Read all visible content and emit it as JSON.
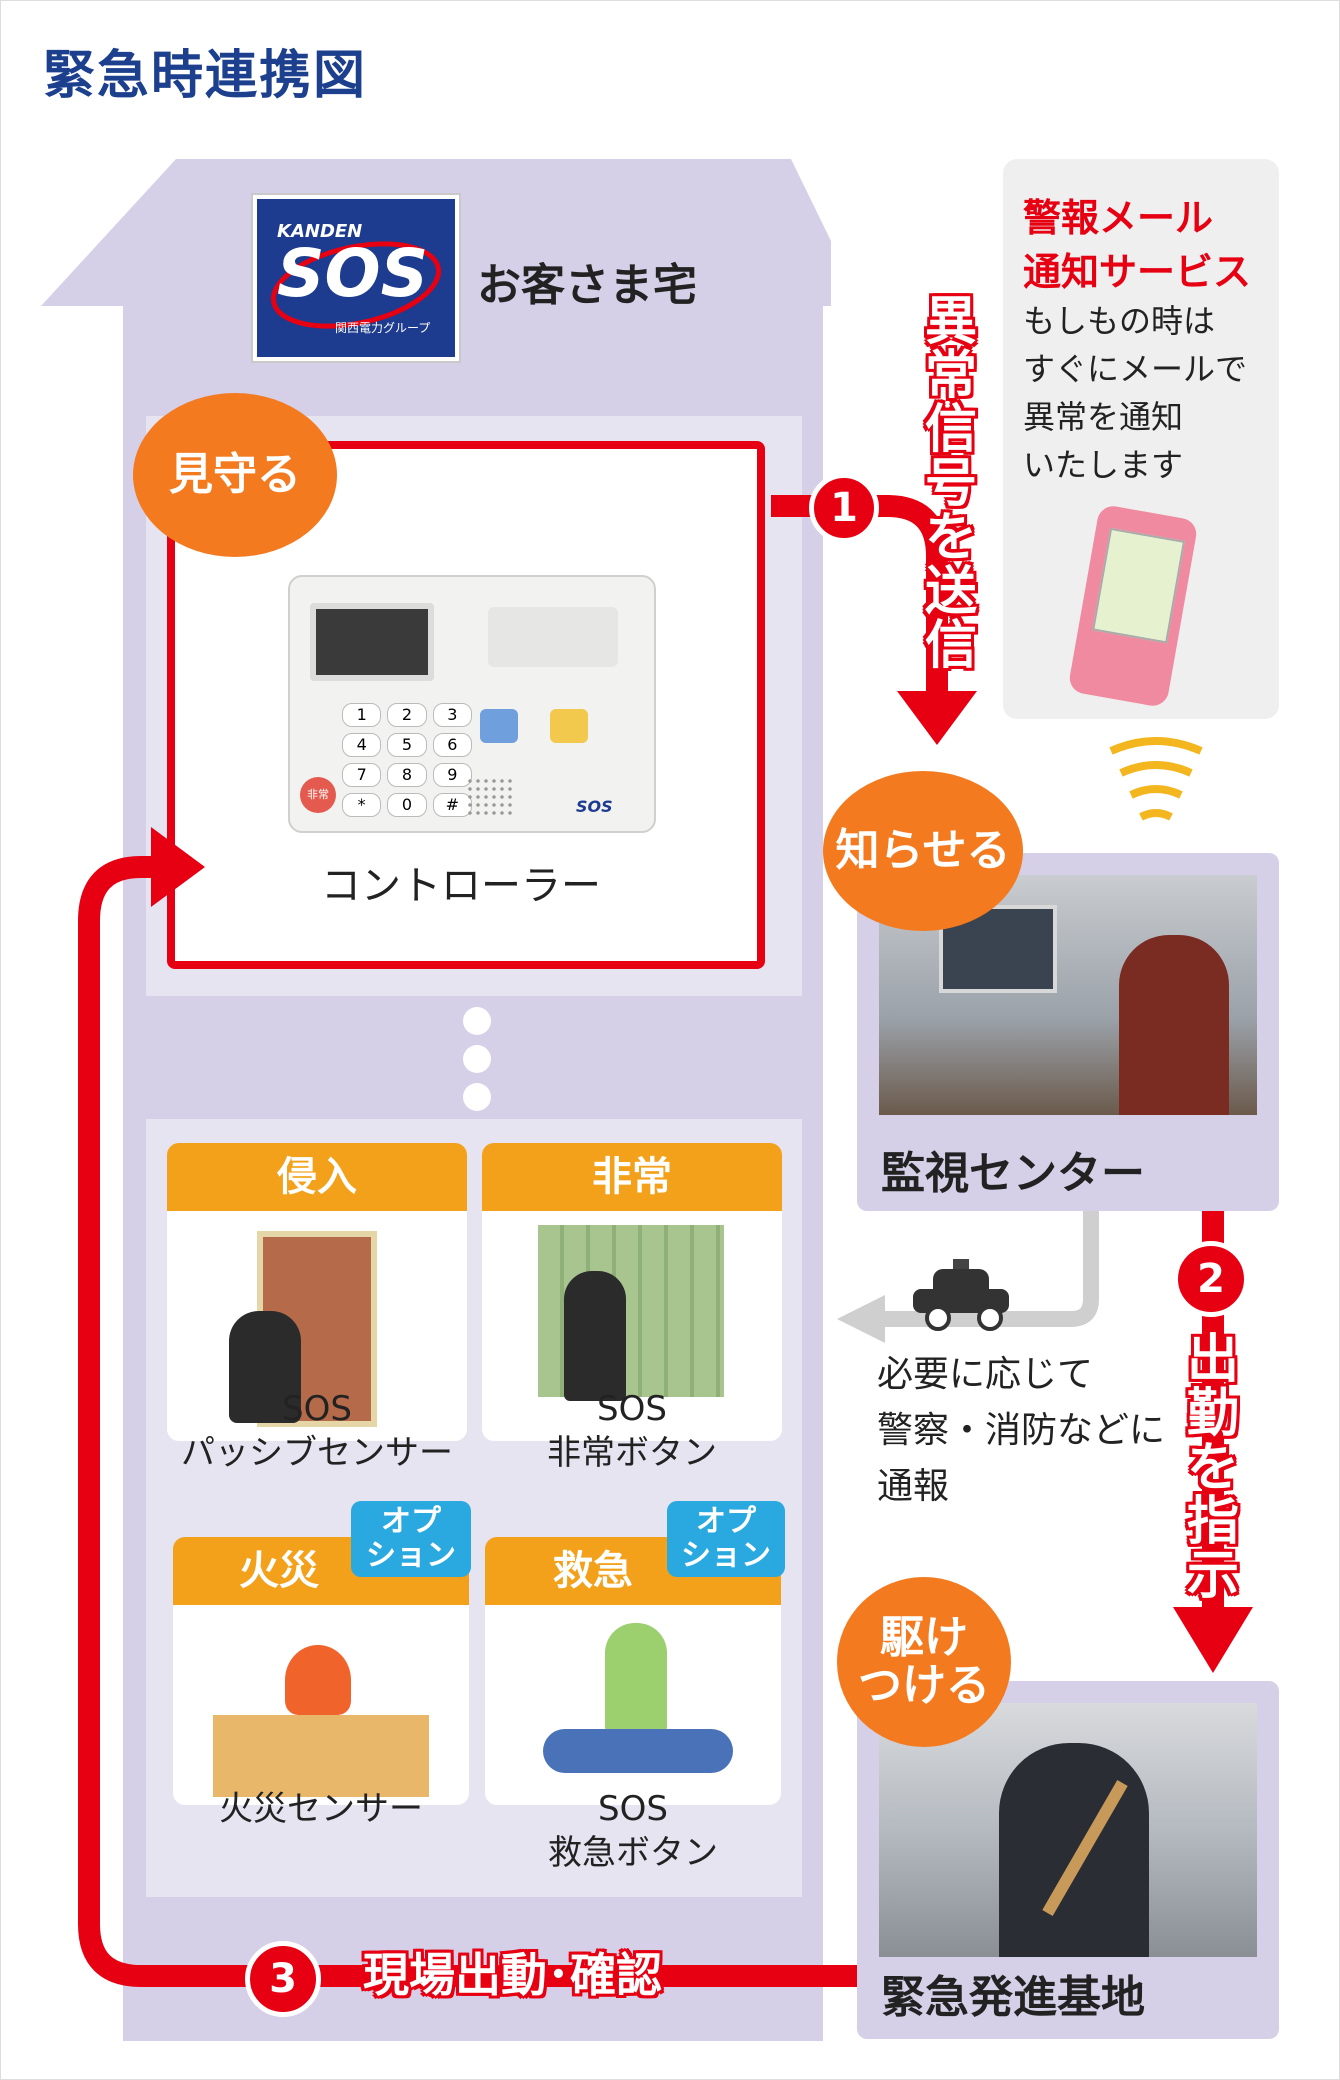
{
  "title": "緊急時連携図",
  "house": {
    "label": "お客さま宅",
    "logo": {
      "top": "KANDEN",
      "main": "SOS",
      "sub": "関西電力グループ"
    }
  },
  "watch": {
    "badge": "見守る",
    "device_label": "コントローラー",
    "device_keys": [
      "1",
      "2",
      "3",
      "4",
      "5",
      "6",
      "7",
      "8",
      "9",
      "*",
      "0",
      "#"
    ],
    "device_small": "SOS",
    "device_red_button": "非常"
  },
  "step1": {
    "number": "1",
    "text": "異常信号を送信"
  },
  "mail": {
    "title_line1": "警報メール",
    "title_line2": "通知サービス",
    "body": [
      "もしもの時は",
      "すぐにメールで",
      "異常を通知",
      "いたします"
    ]
  },
  "notify": {
    "badge": "知らせる",
    "center_label": "監視センター"
  },
  "police_note": [
    "必要に応じて",
    "警察・消防などに",
    "通報"
  ],
  "step2": {
    "number": "2",
    "text": "出勤を指示"
  },
  "rush": {
    "badge_line1": "駆け",
    "badge_line2": "つける",
    "base_label": "緊急発進基地"
  },
  "step3": {
    "number": "3",
    "text": "現場出動･確認"
  },
  "sensors": [
    {
      "head": "侵入",
      "option": "",
      "label_line1": "SOS",
      "label_line2": "パッシブセンサー"
    },
    {
      "head": "非常",
      "option": "",
      "label_line1": "SOS",
      "label_line2": "非常ボタン"
    },
    {
      "head": "火災",
      "option_line1": "オプ",
      "option_line2": "ション",
      "label_line1": "火災センサー",
      "label_line2": ""
    },
    {
      "head": "救急",
      "option_line1": "オプ",
      "option_line2": "ション",
      "label_line1": "SOS",
      "label_line2": "救急ボタン"
    }
  ],
  "colors": {
    "red": "#e60012",
    "orange": "#f47a20",
    "sensor_head": "#f3a11b",
    "lavender": "#d5d0e8",
    "title": "#1c3f8e",
    "option": "#29a9df"
  }
}
